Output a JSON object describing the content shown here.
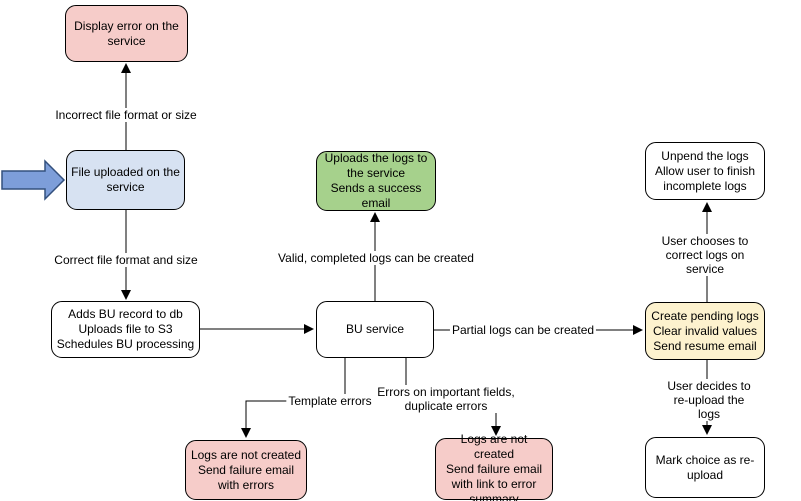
{
  "diagram": {
    "background": "#ffffff",
    "nodes": {
      "display_error": {
        "label": "Display error on the\nservice",
        "fill": "#f6ccc9"
      },
      "file_uploaded": {
        "label": "File uploaded on the\nservice",
        "fill": "#d7e2f2"
      },
      "adds_bu_record": {
        "label": "Adds BU record to db\nUploads file to S3\nSchedules BU processing",
        "fill": "#ffffff"
      },
      "uploads_logs": {
        "label": "Uploads the logs to\nthe service\nSends a success\nemail",
        "fill": "#a6d18c"
      },
      "bu_service": {
        "label": "BU service",
        "fill": "#ffffff"
      },
      "create_pending": {
        "label": "Create pending logs\nClear invalid values\nSend resume email",
        "fill": "#fdf2ce"
      },
      "unpend_logs": {
        "label": "Unpend the logs\nAllow user to finish\nincomplete logs",
        "fill": "#ffffff"
      },
      "mark_choice": {
        "label": "Mark choice as re-\nupload",
        "fill": "#ffffff"
      },
      "logs_failure_template": {
        "label": "Logs are not created\nSend failure email\nwith errors",
        "fill": "#f6ccc9"
      },
      "logs_failure_fields": {
        "label": "Logs are not created\nSend failure email\nwith link to error\nsummary",
        "fill": "#f6ccc9"
      }
    },
    "edge_labels": {
      "incorrect_format": "Incorrect file format or size",
      "correct_format": "Correct file format and size",
      "valid_logs": "Valid, completed logs can be created",
      "partial_logs": "Partial logs can be created",
      "template_errors": "Template errors",
      "important_errors": "Errors on important fields,\nduplicate errors",
      "user_correct": "User chooses to correct logs on service",
      "user_reupload": "User decides to re-upload the logs"
    },
    "entry_arrow": {
      "fill": "#7d9ed9",
      "stroke": "#33507d"
    },
    "edge_color": "#000000"
  }
}
